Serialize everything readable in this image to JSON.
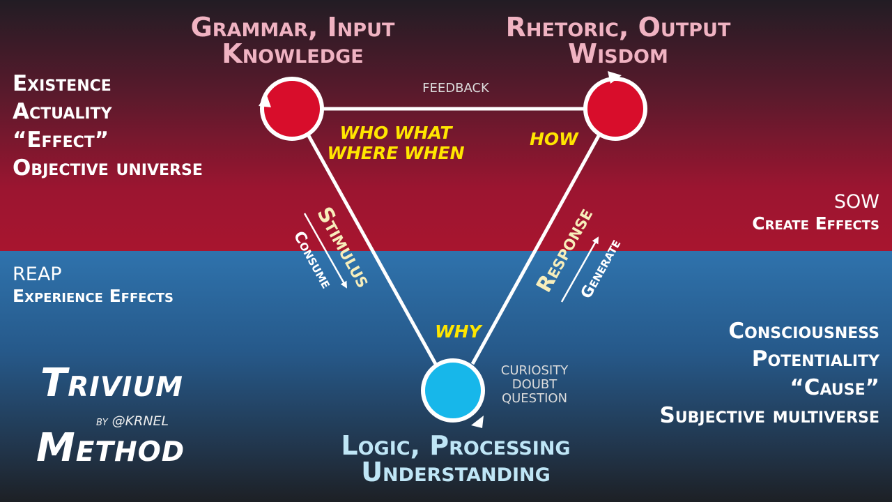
{
  "grammar": {
    "line1": "Grammar, Input",
    "line2": "Knowledge"
  },
  "rhetoric": {
    "line1": "Rhetoric, Output",
    "line2": "Wisdom"
  },
  "logic": {
    "line1": "Logic, Processing",
    "line2": "Understanding"
  },
  "feedback": "FEEDBACK",
  "questions": {
    "who": "WHO WHAT",
    "where": "WHERE WHEN",
    "how": "HOW",
    "why": "WHY"
  },
  "curiosity": [
    "CURIOSITY",
    "DOUBT",
    "QUESTION"
  ],
  "stimulus": "Stimulus",
  "consume": "Consume",
  "response": "Response",
  "generate": "Generate",
  "left_top": [
    "Existence",
    "Actuality",
    "“Effect”",
    "Objective universe"
  ],
  "right_bottom": [
    "Consciousness",
    "Potentiality",
    "“Cause”",
    "Subjective multiverse"
  ],
  "sow": {
    "title": "SOW",
    "subtitle": "Create Effects"
  },
  "reap": {
    "title": "REAP",
    "subtitle": "Experience Effects"
  },
  "brand": {
    "line1": "Trivium",
    "by": "by @KRNEL",
    "line2": "Method"
  },
  "colors": {
    "node_red": "#d80d2b",
    "node_blue": "#17b7ea",
    "accent_yellow": "#ffe600",
    "bg_red": "#a8152f",
    "bg_blue": "#2f73ad"
  }
}
